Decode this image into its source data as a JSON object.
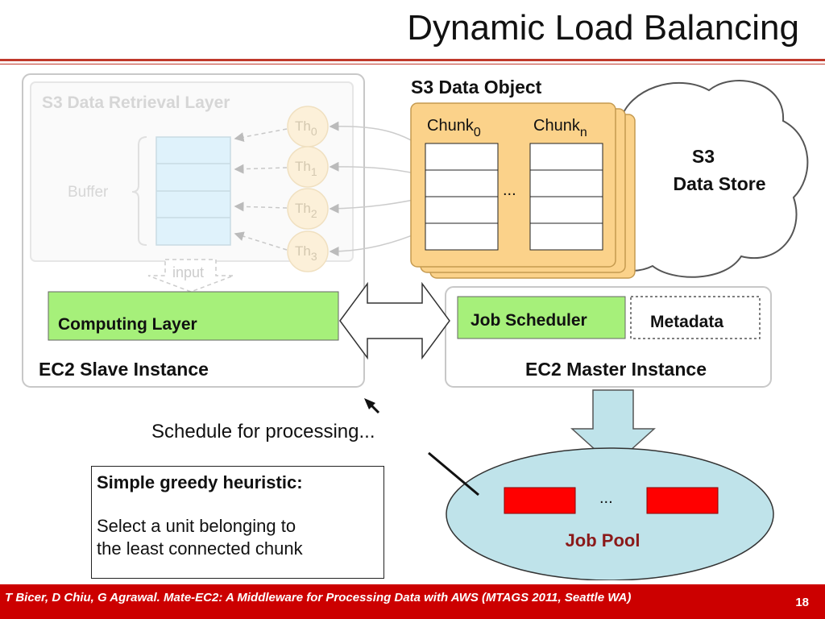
{
  "title": "Dynamic Load Balancing",
  "slave": {
    "retrieval_layer": "S3 Data Retrieval Layer",
    "buffer_label": "Buffer",
    "threads": [
      {
        "base": "Th",
        "sub": "0"
      },
      {
        "base": "Th",
        "sub": "1"
      },
      {
        "base": "Th",
        "sub": "2"
      },
      {
        "base": "Th",
        "sub": "3"
      }
    ],
    "input_label": "input",
    "computing_layer": "Computing Layer",
    "instance_label": "EC2 Slave Instance"
  },
  "s3": {
    "object_label": "S3 Data Object",
    "chunk0": {
      "base": "Chunk",
      "sub": "0"
    },
    "chunkn": {
      "base": "Chunk",
      "sub": "n"
    },
    "ellipsis": "...",
    "store_line1": "S3",
    "store_line2": "Data Store"
  },
  "master": {
    "job_scheduler": "Job Scheduler",
    "metadata": "Metadata",
    "instance_label": "EC2 Master Instance"
  },
  "job_pool": {
    "label": "Job Pool",
    "ellipsis": "..."
  },
  "caption": "Schedule for processing...",
  "heuristic": {
    "heading": "Simple greedy heuristic:",
    "line1": "Select a unit belonging to",
    "line2": "the least connected chunk"
  },
  "footer": {
    "citation": "T Bicer, D Chiu, G Agrawal. Mate-EC2: A Middleware for Processing Data with AWS (MTAGS 2011, Seattle WA)",
    "page": "18"
  },
  "colors": {
    "accent_red": "#cc0000",
    "green": "#a6f07a",
    "orange": "#fbd28a",
    "buffer_blue": "#dff2fb",
    "pool_blue": "#bfe3ea"
  }
}
